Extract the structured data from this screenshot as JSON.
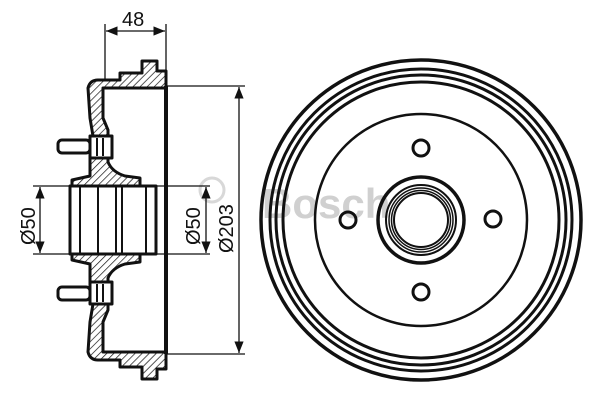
{
  "drawing": {
    "subject": "brake drum technical drawing",
    "watermark": "Bosch",
    "watermark_symbol": "®",
    "colors": {
      "line": "#111111",
      "background": "#ffffff",
      "watermark": "#d0d0d0"
    }
  },
  "dimensions": {
    "width_label": "48",
    "hub_bore_left_label": "Ø50",
    "hub_bore_right_label": "Ø50",
    "drum_diameter_label": "Ø203"
  },
  "views": {
    "section_view": {
      "name": "side cross-section"
    },
    "front_view": {
      "name": "front view",
      "bolt_holes": 4
    }
  }
}
